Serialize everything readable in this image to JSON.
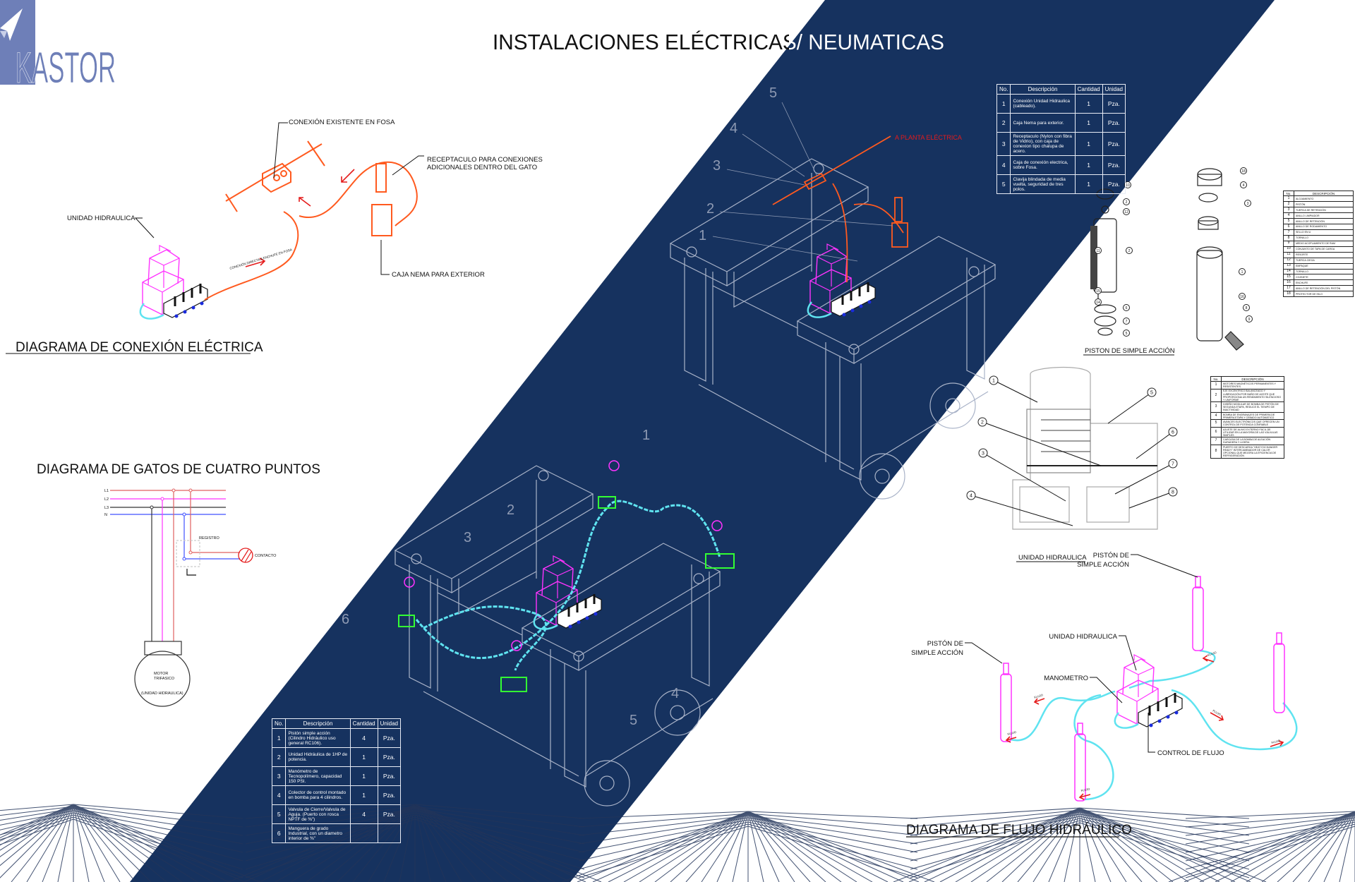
{
  "logo": {
    "text": "KASTOR"
  },
  "title": "INSTALACIONES ELÉCTRICAS/ NEUMATICAS",
  "electric_diagram": {
    "title": "DIAGRAMA DE CONEXIÓN ELÉCTRICA",
    "labels": {
      "fosa": "CONEXIÓN EXISTENTE EN FOSA",
      "receptaculo_1": "RECEPTACULO PARA CONEXIONES",
      "receptaculo_2": "ADICIONALES DENTRO DEL GATO",
      "unidad": "UNIDAD HIDRAULICA",
      "caja": "CAJA NEMA PARA EXTERIOR",
      "directa": "CONEXIÓN DIRECTA A ENCHUFE EN FOSA"
    }
  },
  "four_point": {
    "title": "DIAGRAMA DE GATOS DE CUATRO PUNTOS",
    "lines": [
      "L1",
      "L2",
      "L3",
      "N"
    ],
    "registro": "REGISTRO",
    "contacto": "CONTACTO",
    "motor_1": "MOTOR",
    "motor_2": "TRIFASICO",
    "motor_3": "(UNIDAD HIDRAULICA)"
  },
  "top_frame": {
    "planta": "A PLANTA ELÉCTRICA",
    "callouts": [
      "1",
      "2",
      "3",
      "4",
      "5"
    ]
  },
  "bottom_frame": {
    "callouts": [
      "1",
      "2",
      "3",
      "4",
      "5",
      "6"
    ]
  },
  "table_electrical": {
    "headers": [
      "No.",
      "Descripción",
      "Cantidad",
      "Unidad"
    ],
    "rows": [
      {
        "no": "1",
        "desc": "Conexión Unidad Hidraulica (cableado).",
        "qty": "1",
        "unit": "Pza."
      },
      {
        "no": "2",
        "desc": "Caja Nema para exterior.",
        "qty": "1",
        "unit": "Pza."
      },
      {
        "no": "3",
        "desc": "Receptaculo (Nylon con fibra de Vidrio), con caja de conexion tipo chalupa de acero.",
        "qty": "1",
        "unit": "Pza."
      },
      {
        "no": "4",
        "desc": "Caja de conexión electrica, sobre Fosa.",
        "qty": "1",
        "unit": "Pza."
      },
      {
        "no": "5",
        "desc": "Clavija blindada de media vuelta, seguridad de tres polos.",
        "qty": "1",
        "unit": "Pza."
      }
    ]
  },
  "table_hydraulic": {
    "headers": [
      "No.",
      "Descripción",
      "Cantidad",
      "Unidad"
    ],
    "rows": [
      {
        "no": "1",
        "desc": "Pistón simple acción (Cilindro Hidráulico uso general RC106).",
        "qty": "4",
        "unit": "Pza."
      },
      {
        "no": "2",
        "desc": "Unidad Hidráulica de 1HP de potencia.",
        "qty": "1",
        "unit": "Pza."
      },
      {
        "no": "3",
        "desc": "Manómetro de Tecnopolímero, capacidad 150 PSI.",
        "qty": "1",
        "unit": "Pza."
      },
      {
        "no": "4",
        "desc": "Colector de control montado en bomba para 4 cilindros.",
        "qty": "1",
        "unit": "Pza."
      },
      {
        "no": "5",
        "desc": "Valvula de Cierre/Valvula de Aguja. (Puerto con rosca NPTF de ⅜\")",
        "qty": "4",
        "unit": "Pza."
      },
      {
        "no": "6",
        "desc": "Manguera de grado Industrial, con un diametro interior de ⅜\"",
        "qty": "",
        "unit": ""
      }
    ]
  },
  "piston": {
    "title": "PISTON DE SIMPLE ACCIÓN",
    "callouts": [
      "18",
      "4",
      "3",
      "10",
      "2",
      "12",
      "11",
      "2",
      "1",
      "15",
      "14",
      "6",
      "7",
      "5",
      "16",
      "8",
      "9"
    ],
    "table": {
      "headers": [
        "No.",
        "DESCRIPCIÓN"
      ],
      "rows": [
        [
          "1",
          "ALOJAMIENTO"
        ],
        [
          "2",
          "PISTÓN"
        ],
        [
          "3",
          "TUERCA DE RETENCIÓN"
        ],
        [
          "4",
          "ANILLO LIMPIADOR"
        ],
        [
          "5",
          "ANILLO DE RETENCIÓN"
        ],
        [
          "6",
          "ANILLO DE RODAMIENTO"
        ],
        [
          "7",
          "SELLO EN U"
        ],
        [
          "8",
          "TORNILLO"
        ],
        [
          "9",
          "MEDIO ACOPLAMIENTO DE RAM"
        ],
        [
          "10",
          "CONJUNTO DE TAPA DE CARGA"
        ],
        [
          "11",
          "RESORTE"
        ],
        [
          "12",
          "TUERCA CIEGA"
        ],
        [
          "13",
          "EMPAQUE"
        ],
        [
          "14",
          "TORNILLO"
        ],
        [
          "15",
          "COJINETE"
        ],
        [
          "16",
          "ENCHUFE"
        ],
        [
          "17",
          "ANILLO DE RETENCIÓN DEL PISTÓN"
        ],
        [
          "18",
          "PROTECTOR DE HILO"
        ]
      ]
    }
  },
  "pump": {
    "title": "UNIDAD HIDRAULICA",
    "callouts": [
      "1",
      "2",
      "3",
      "4",
      "5",
      "6",
      "7",
      "8"
    ],
    "table": {
      "headers": [
        "No.",
        "DESCRIPCIÓN"
      ],
      "rows": [
        [
          "1",
          "MOTORES MAGNÉTICOS PERMANENTES Y RESISTENTES"
        ],
        [
          "2",
          "EJE EXCÉNTRICO BALANCEADO Y LUBRICACIÓN POR BAÑO DE ACEITE QUE PROPORCIONA UN RENDIMIENTO SILENCIOSO Y UNIFORME"
        ],
        [
          "3",
          "DISEÑO MODULAR DE BOMBA DE PISTÓN DE SEGUNDA ETAPA, REDUCE EL TIEMPO DE INACTIVIDAD"
        ],
        [
          "4",
          "BOMBA DE ENGRANAJES DE PRIMERA DE PRIMERA ETAPA Y CEBADO AUTOMÁTICO"
        ],
        [
          "5",
          "AVANCES ELECTRÓNICOS QUE OFRECEN UN CONTROL DE POTENCIA CONFIABLE"
        ],
        [
          "6",
          "AJUSTE DE ALIVIO EXTERNO FÁCIL DE UTILIZAR EN LA MAYORÍA DE LAS VÁLVULAS SIMPLES"
        ],
        [
          "7",
          "CARCASA DE LA BOMBA DE ALEACIÓN DURADERA Y LIGERA"
        ],
        [
          "8",
          "PUERTO DE DESCARGA \"HEAT EXCHANGER READY\" INTERCAMBIADOR DE CALOR OPCIONAL QUE MEJORA LA EFICIENCIA DE REFRIGERACIÓN"
        ]
      ]
    }
  },
  "flow_diagram": {
    "title": "DIAGRAMA DE FLUJO HIDRÁULICO",
    "piston_1": "PISTÓN DE",
    "piston_2": "SIMPLE ACCIÓN",
    "unidad": "UNIDAD HIDRAULICA",
    "manometro": "MANOMETRO",
    "control": "CONTROL DE FLUJO",
    "flujo": "FLUJO"
  },
  "colors": {
    "band": "#16325f",
    "logo": "#6e7fb8",
    "magenta": "#ff33ff",
    "cyan": "#5fe3f0",
    "orange": "#ff5a1f",
    "red": "#e41b1b"
  }
}
